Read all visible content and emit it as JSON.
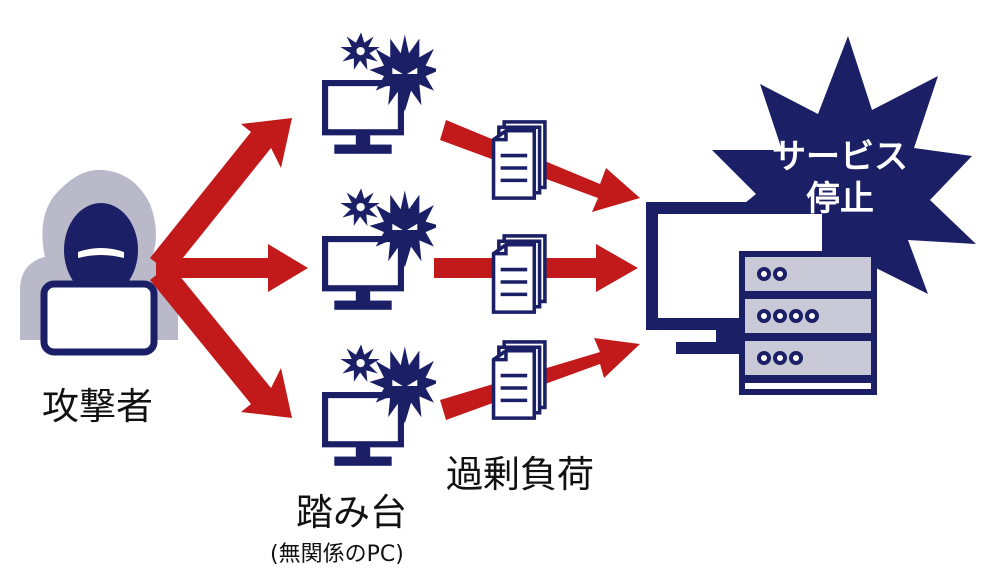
{
  "labels": {
    "attacker": "攻撃者",
    "stepping_stone": "踏み台",
    "stepping_stone_note": "(無関係のPC)",
    "overload": "過剰負荷",
    "service_stop_line1": "サービス",
    "service_stop_line2": "停止"
  },
  "colors": {
    "navy": "#1b1f66",
    "arrow_red": "#c21a1a",
    "hood_gray": "#b9b9c9",
    "rack_gray": "#c9c9d7"
  },
  "icons": {
    "attacker": "hooded-hacker-icon",
    "pc": "monitor-icon",
    "virus": "virus-icon",
    "document": "document-stack-icon",
    "server": "server-rack-icon",
    "burst": "explosion-burst-icon"
  }
}
